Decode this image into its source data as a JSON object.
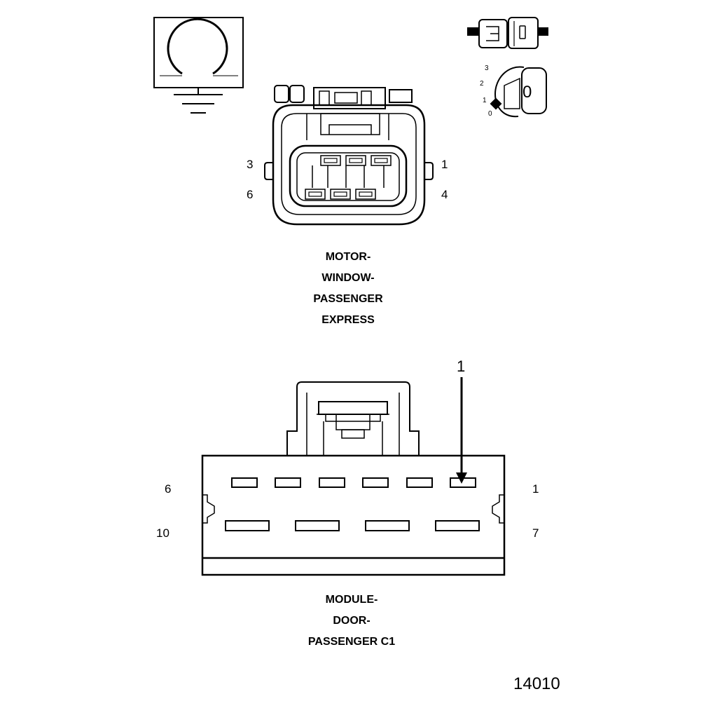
{
  "upper_connector": {
    "pin_top_left": "3",
    "pin_top_right": "1",
    "pin_bottom_left": "6",
    "pin_bottom_right": "4",
    "title_lines": [
      "MOTOR-",
      "WINDOW-",
      "PASSENGER",
      "EXPRESS"
    ]
  },
  "key_switch": {
    "positions": [
      "3",
      "2",
      "1",
      "0"
    ],
    "key_label": "0"
  },
  "lower_connector": {
    "callout": "1",
    "pin_top_left": "6",
    "pin_top_right": "1",
    "pin_bottom_left": "10",
    "pin_bottom_right": "7",
    "title_lines": [
      "MODULE-",
      "DOOR-",
      "PASSENGER C1"
    ]
  },
  "figure_number": "14010"
}
